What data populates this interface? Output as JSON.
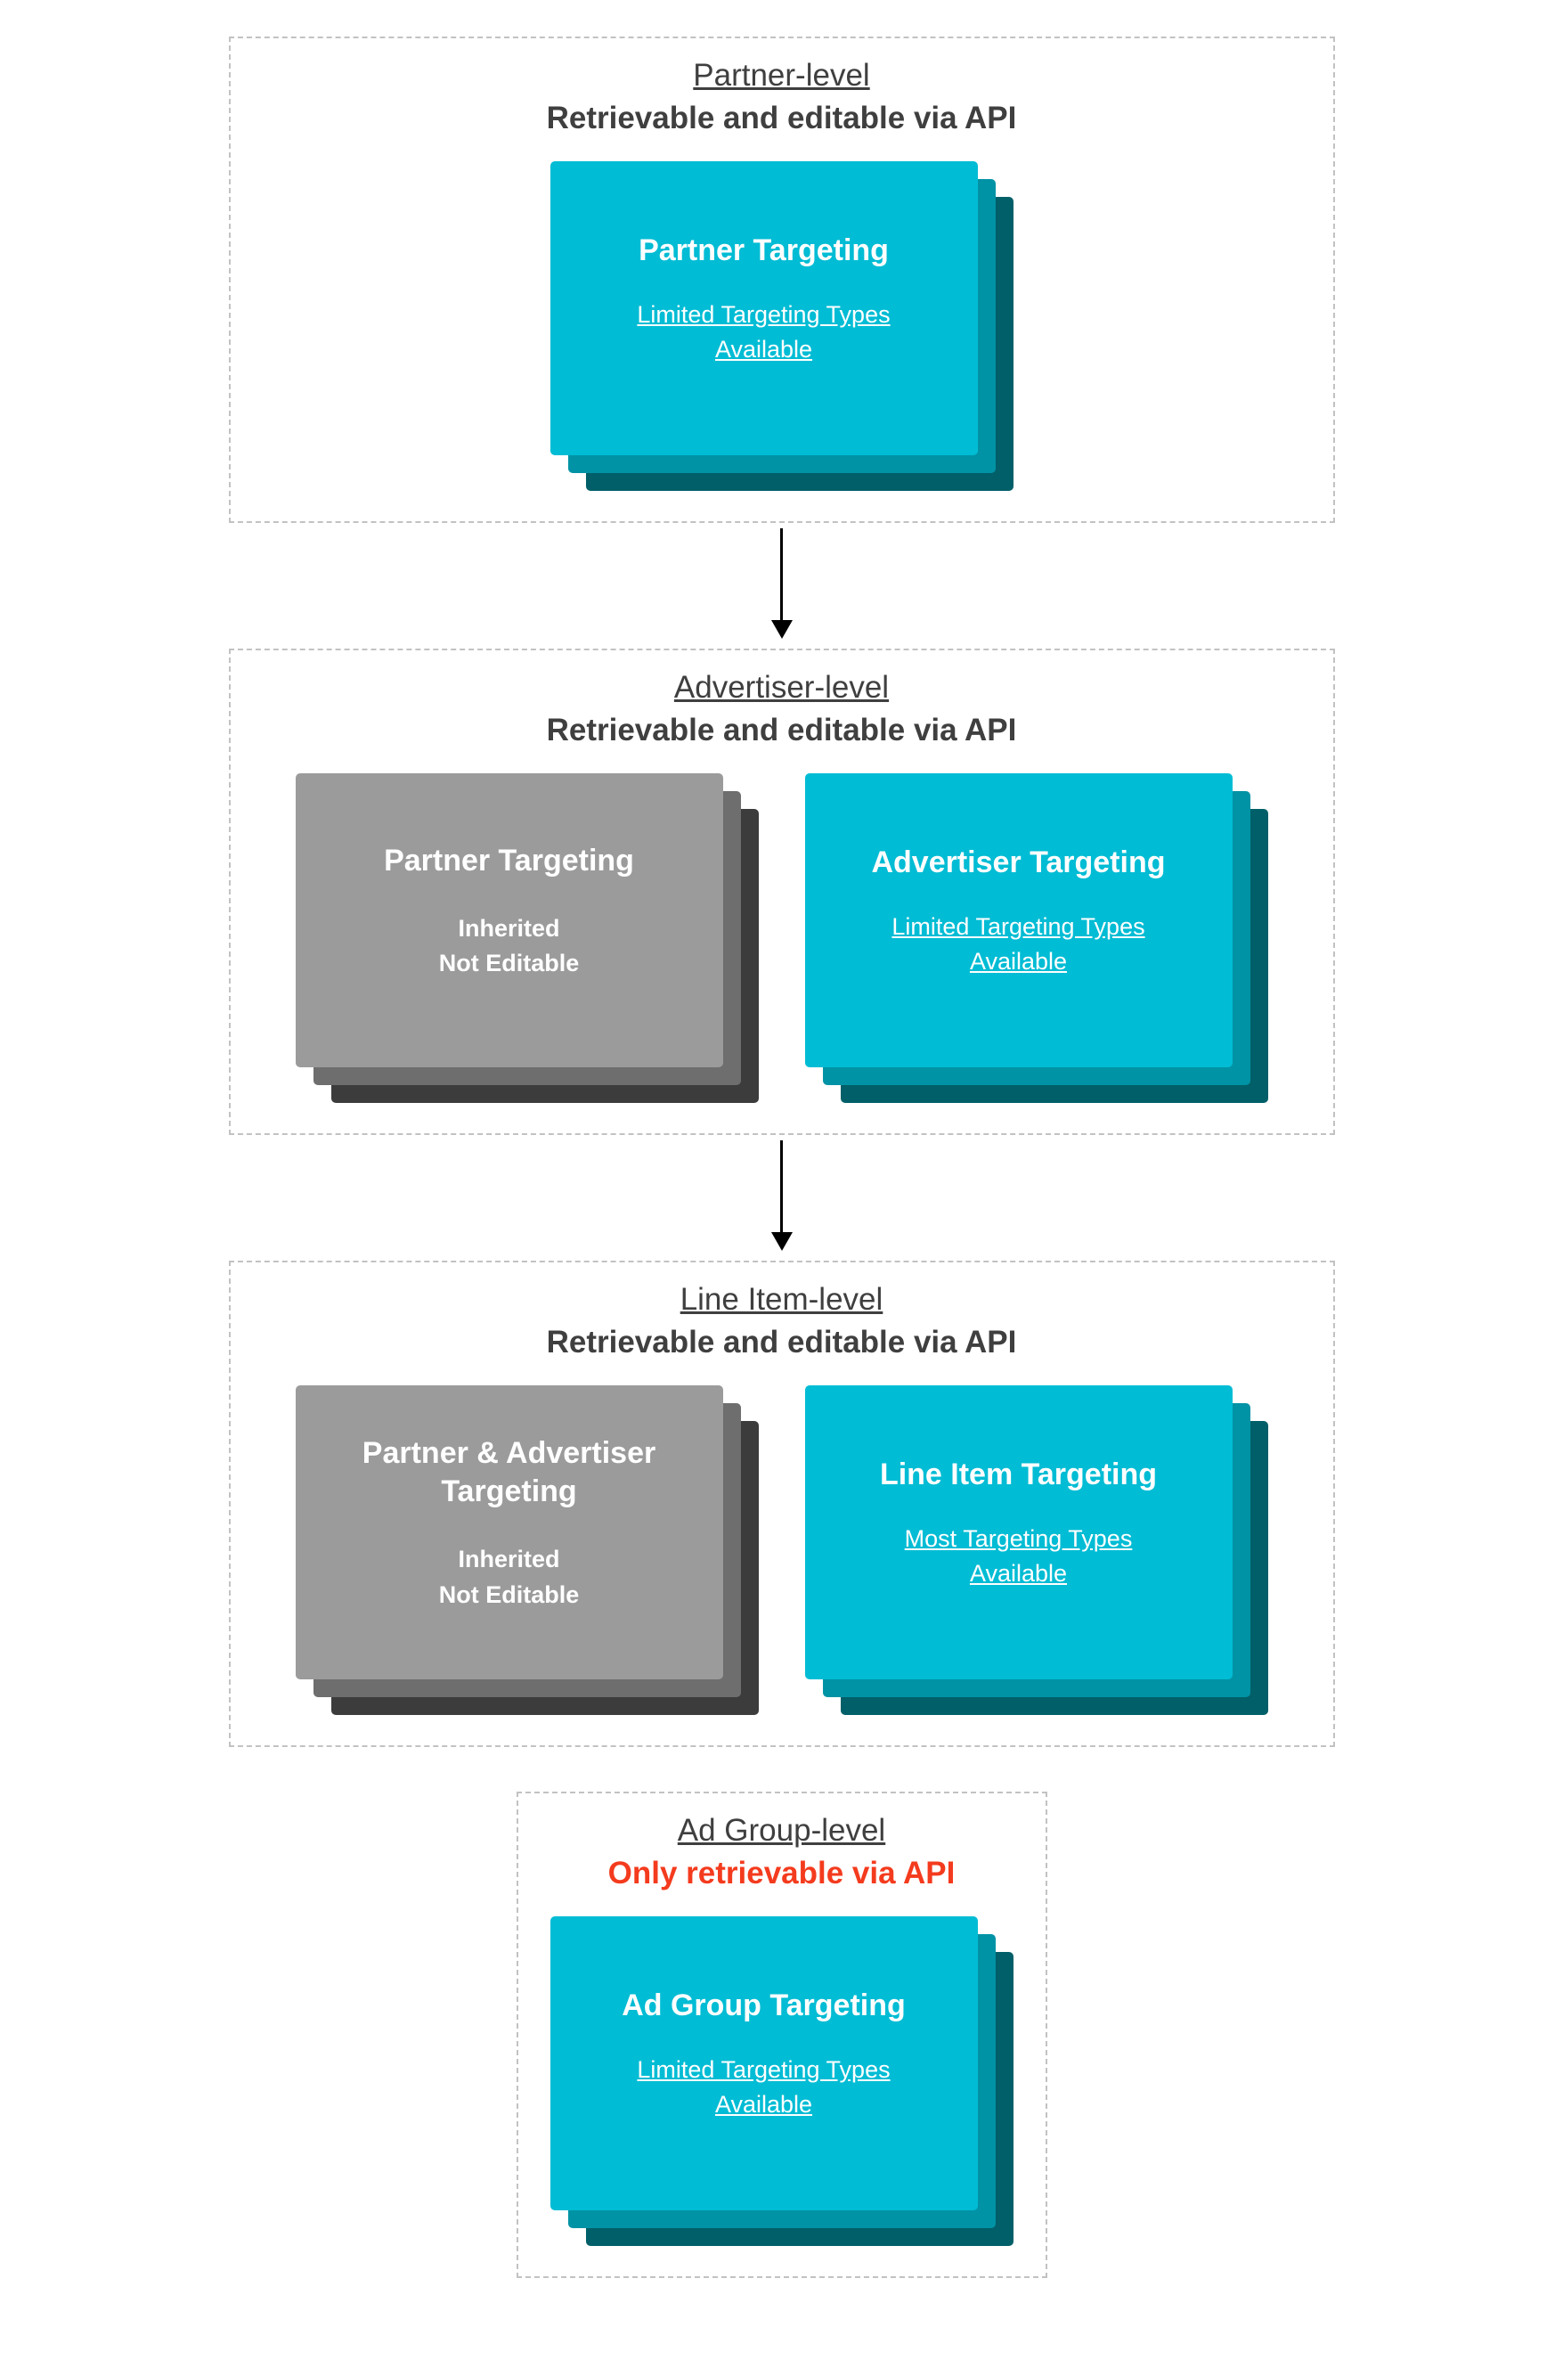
{
  "colors": {
    "teal": "#00bcd4",
    "teal_shadow_mid": "#0093a5",
    "teal_shadow_dark": "#005f68",
    "gray": "#9b9b9b",
    "gray_shadow_mid": "#6e6e6e",
    "gray_shadow_dark": "#3c3c3c",
    "heading_text": "#3f3f3f",
    "red_subtitle": "#f43b1e",
    "card_text": "#ffffff"
  },
  "sections": [
    {
      "title": "Partner-level",
      "subtitle": "Retrievable and editable via API",
      "cards": [
        {
          "variant": "teal",
          "title": "Partner Targeting",
          "body": "Limited Targeting Types Available"
        }
      ]
    },
    {
      "title": "Advertiser-level",
      "subtitle": "Retrievable and editable via API",
      "cards": [
        {
          "variant": "gray",
          "title": "Partner Targeting",
          "body": "Inherited\nNot Editable"
        },
        {
          "variant": "teal",
          "title": "Advertiser Targeting",
          "body": "Limited Targeting Types Available"
        }
      ]
    },
    {
      "title": "Line Item-level",
      "subtitle": "Retrievable and editable via API",
      "cards": [
        {
          "variant": "gray",
          "title": "Partner & Advertiser Targeting",
          "body": "Inherited\nNot Editable"
        },
        {
          "variant": "teal",
          "title": "Line Item Targeting",
          "body": "Most Targeting Types Available"
        }
      ]
    },
    {
      "title": "Ad Group-level",
      "subtitle": "Only retrievable via API",
      "cards": [
        {
          "variant": "teal",
          "title": "Ad Group Targeting",
          "body": "Limited Targeting Types Available"
        }
      ]
    }
  ]
}
